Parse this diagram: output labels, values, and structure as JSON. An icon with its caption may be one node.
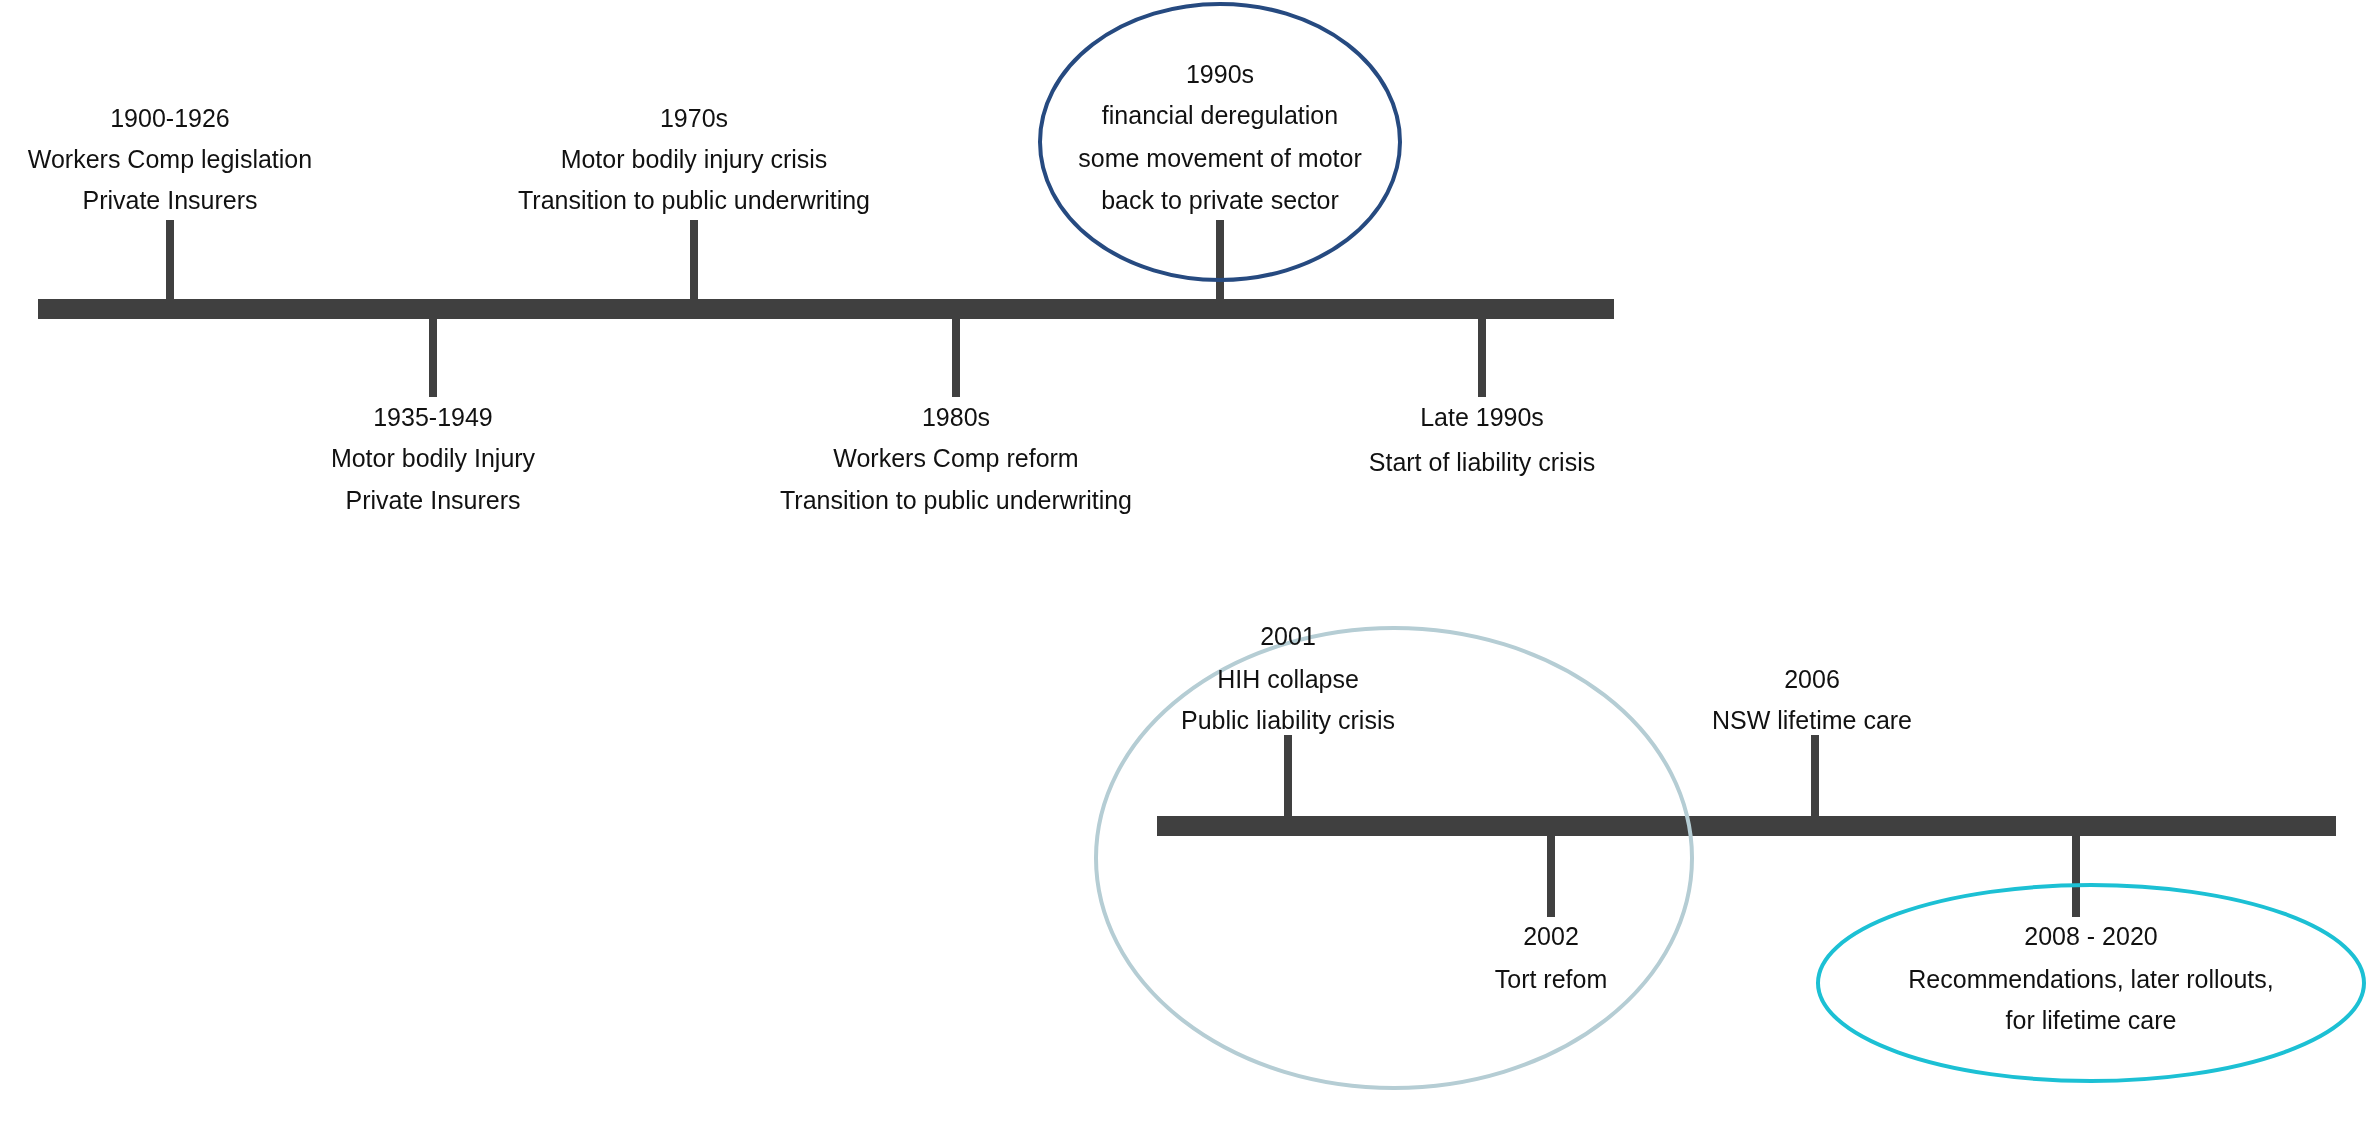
{
  "diagram": {
    "nodes": [
      {
        "text": [
          "1990s",
          "financial deregulation",
          "some movement of motor",
          "back to private sector"
        ]
      },
      {
        "text": [
          "2001",
          "HIH collapse",
          "Public liability crisis",
          "2002",
          "Tort refom"
        ]
      },
      {
        "text": [
          "2008 - 2020",
          "Recommendations, later rollouts,",
          "for lifetime care"
        ]
      }
    ],
    "labels": [
      "1900-1926",
      "Workers Comp legislation",
      "Private Insurers",
      "1970s",
      "Motor bodily injury crisis",
      "Transition to public underwriting",
      "1935-1949",
      "Motor bodily Injury",
      "Private Insurers",
      "1980s",
      "Workers Comp reform",
      "Transition to public underwriting",
      "Late 1990s",
      "Start of liability crisis",
      "2006",
      "NSW lifetime care"
    ]
  }
}
